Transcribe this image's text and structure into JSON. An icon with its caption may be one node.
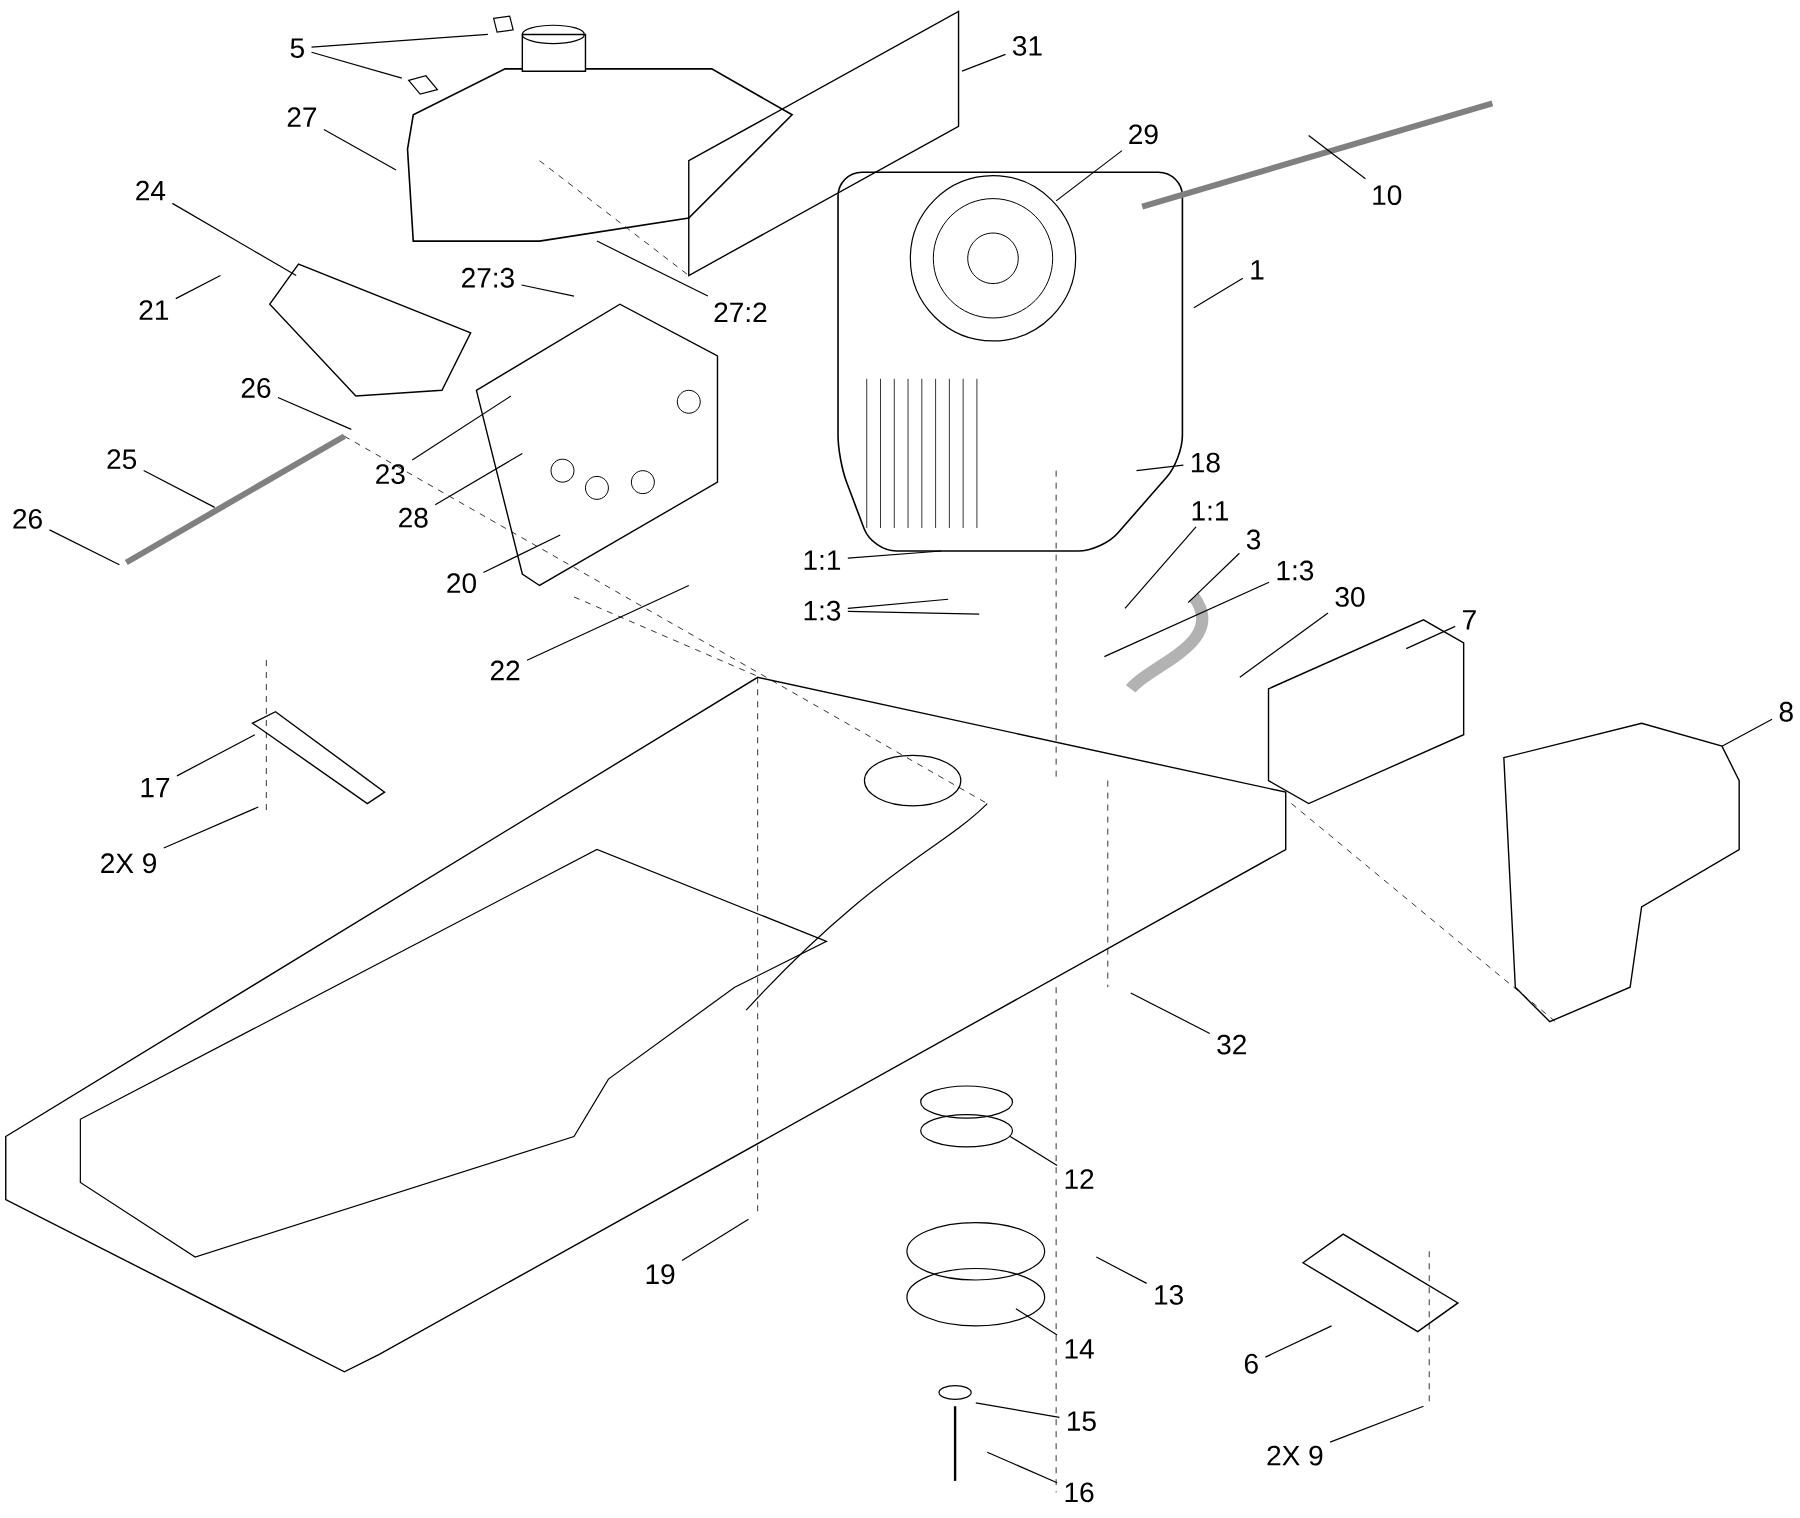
{
  "diagram": {
    "nodes": [
      {
        "text": [
          "5"
        ]
      },
      {
        "text": [
          "27"
        ]
      },
      {
        "text": [
          "31"
        ]
      },
      {
        "text": [
          "29"
        ]
      },
      {
        "text": [
          "10"
        ]
      },
      {
        "text": [
          "24"
        ]
      },
      {
        "text": [
          "1"
        ]
      },
      {
        "text": [
          "21"
        ]
      },
      {
        "text": [
          "27:3"
        ]
      },
      {
        "text": [
          "27:2"
        ]
      },
      {
        "text": [
          "26"
        ]
      },
      {
        "text": [
          "25"
        ]
      },
      {
        "text": [
          "23"
        ]
      },
      {
        "text": [
          "18"
        ]
      },
      {
        "text": [
          "26"
        ]
      },
      {
        "text": [
          "28"
        ]
      },
      {
        "text": [
          "1:1"
        ]
      },
      {
        "text": [
          "3"
        ]
      },
      {
        "text": [
          "1:1"
        ]
      },
      {
        "text": [
          "1:3"
        ]
      },
      {
        "text": [
          "20"
        ]
      },
      {
        "text": [
          "30"
        ]
      },
      {
        "text": [
          "7"
        ]
      },
      {
        "text": [
          "1:3"
        ]
      },
      {
        "text": [
          "22"
        ]
      },
      {
        "text": [
          "8"
        ]
      },
      {
        "text": [
          "17"
        ]
      },
      {
        "text": [
          "2X 9"
        ]
      },
      {
        "text": [
          "32"
        ]
      },
      {
        "text": [
          "12"
        ]
      },
      {
        "text": [
          "19"
        ]
      },
      {
        "text": [
          "13"
        ]
      },
      {
        "text": [
          "14"
        ]
      },
      {
        "text": [
          "6"
        ]
      },
      {
        "text": [
          "15"
        ]
      },
      {
        "text": [
          "2X 9"
        ]
      },
      {
        "text": [
          "16"
        ]
      }
    ],
    "edges": [
      {
        "from": 0,
        "to": null,
        "arrow": "none"
      },
      {
        "from": 0,
        "to": null,
        "arrow": "none"
      },
      {
        "from": 1,
        "to": null,
        "arrow": "none"
      },
      {
        "from": 2,
        "to": null,
        "arrow": "none"
      },
      {
        "from": 3,
        "to": null,
        "arrow": "none"
      },
      {
        "from": 4,
        "to": null,
        "arrow": "none"
      },
      {
        "from": 5,
        "to": null,
        "arrow": "none"
      },
      {
        "from": 6,
        "to": null,
        "arrow": "none"
      },
      {
        "from": 7,
        "to": null,
        "arrow": "none"
      },
      {
        "from": 8,
        "to": null,
        "arrow": "none"
      },
      {
        "from": 9,
        "to": null,
        "arrow": "none"
      },
      {
        "from": 10,
        "to": null,
        "arrow": "none"
      },
      {
        "from": 11,
        "to": null,
        "arrow": "none"
      },
      {
        "from": 12,
        "to": null,
        "arrow": "none"
      },
      {
        "from": 13,
        "to": null,
        "arrow": "none"
      },
      {
        "from": 14,
        "to": null,
        "arrow": "none"
      },
      {
        "from": 15,
        "to": null,
        "arrow": "none"
      },
      {
        "from": 16,
        "to": null,
        "arrow": "none"
      },
      {
        "from": 17,
        "to": null,
        "arrow": "none"
      },
      {
        "from": 18,
        "to": null,
        "arrow": "none"
      },
      {
        "from": 19,
        "to": null,
        "arrow": "none"
      },
      {
        "from": 20,
        "to": null,
        "arrow": "none"
      },
      {
        "from": 21,
        "to": null,
        "arrow": "none"
      },
      {
        "from": 22,
        "to": null,
        "arrow": "none"
      },
      {
        "from": 23,
        "to": null,
        "arrow": "none"
      },
      {
        "from": 23,
        "to": null,
        "arrow": "none"
      },
      {
        "from": 24,
        "to": null,
        "arrow": "none"
      },
      {
        "from": 25,
        "to": null,
        "arrow": "none"
      },
      {
        "from": 26,
        "to": null,
        "arrow": "none"
      },
      {
        "from": 27,
        "to": null,
        "arrow": "none"
      },
      {
        "from": 28,
        "to": null,
        "arrow": "none"
      },
      {
        "from": 29,
        "to": null,
        "arrow": "none"
      },
      {
        "from": 30,
        "to": null,
        "arrow": "none"
      },
      {
        "from": 31,
        "to": null,
        "arrow": "none"
      },
      {
        "from": 32,
        "to": null,
        "arrow": "none"
      },
      {
        "from": 33,
        "to": null,
        "arrow": "none"
      },
      {
        "from": 34,
        "to": null,
        "arrow": "none"
      },
      {
        "from": 35,
        "to": null,
        "arrow": "none"
      },
      {
        "from": 36,
        "to": null,
        "arrow": "none"
      }
    ]
  }
}
